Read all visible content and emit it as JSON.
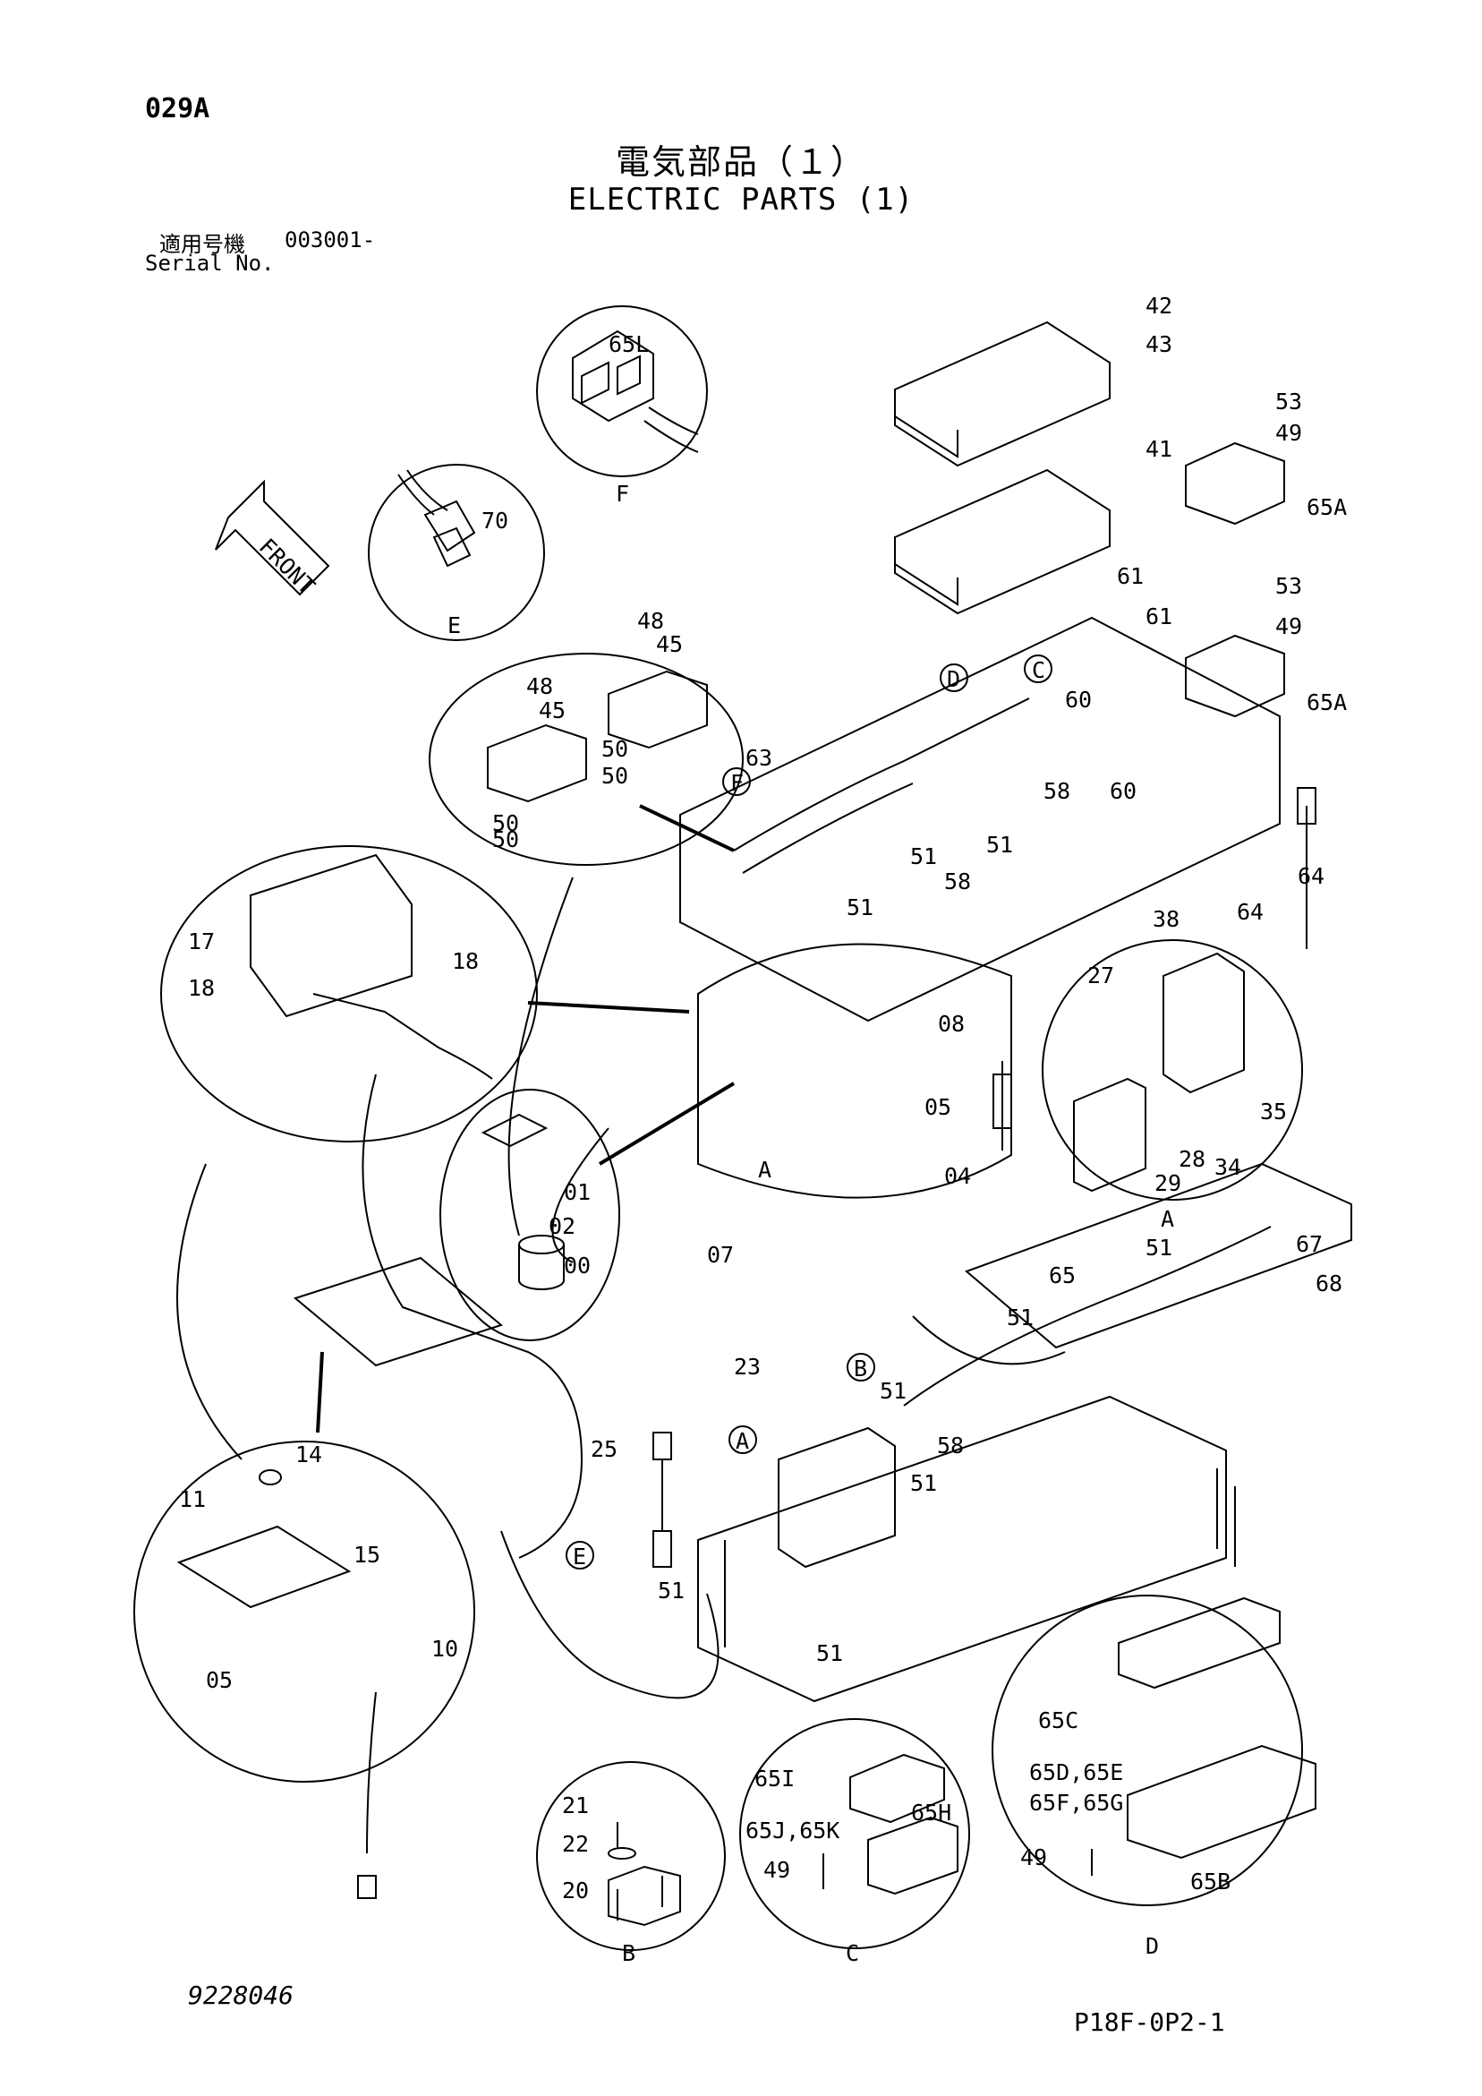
{
  "header": {
    "page_code": "029A",
    "title_jp": "電気部品（１）",
    "title_en": "ELECTRIC PARTS (1)",
    "serial_label_jp": "適用号機",
    "serial_value": "003001-",
    "serial_label_en": "Serial No."
  },
  "footer": {
    "doc_number": "9228046",
    "page_ref": "P18F-0P2-1"
  },
  "arrow_label": "FRONT",
  "detail_views": [
    {
      "letter": "F",
      "part": "65L"
    },
    {
      "letter": "E",
      "part": "70"
    },
    {
      "letter": "B",
      "parts": [
        "21",
        "22",
        "20"
      ]
    },
    {
      "letter": "C",
      "parts": [
        "65I",
        "65J,65K",
        "65H",
        "49"
      ]
    },
    {
      "letter": "D",
      "parts": [
        "65C",
        "65D,65E",
        "65F,65G",
        "49",
        "65B"
      ]
    },
    {
      "letter": "A",
      "parts": [
        "27",
        "35",
        "28",
        "34",
        "29"
      ]
    }
  ],
  "callouts": {
    "c42": "42",
    "c43": "43",
    "c41": "41",
    "c53a": "53",
    "c49a": "49",
    "c65Aa": "65A",
    "c61a": "61",
    "c61b": "61",
    "c53b": "53",
    "c49b": "49",
    "c65Ab": "65A",
    "c48a": "48",
    "c45a": "45",
    "c48b": "48",
    "c45b": "45",
    "c50a": "50",
    "c50b": "50",
    "c50c": "50",
    "c50d": "50",
    "cD": "D",
    "cC": "C",
    "c60a": "60",
    "c60b": "60",
    "c63": "63",
    "cF": "F",
    "c58a": "58",
    "c51a": "51",
    "c51b": "51",
    "c58b": "58",
    "c51c": "51",
    "c64a": "64",
    "c64b": "64",
    "c38": "38",
    "c17": "17",
    "c18a": "18",
    "c18b": "18",
    "c08": "08",
    "c05a": "05",
    "c04": "04",
    "cA1": "A",
    "c07": "07",
    "c01": "01",
    "c02": "02",
    "c00": "00",
    "c67": "67",
    "c68": "68",
    "c51d": "51",
    "c65": "65",
    "c51e": "51",
    "c23": "23",
    "cB": "B",
    "c51f": "51",
    "c58c": "58",
    "c25": "25",
    "cA2": "A",
    "c51g": "51",
    "c51h": "51",
    "c51i": "51",
    "cE": "E",
    "c14": "14",
    "c11": "11",
    "c15": "15",
    "c10": "10",
    "c05b": "05"
  }
}
